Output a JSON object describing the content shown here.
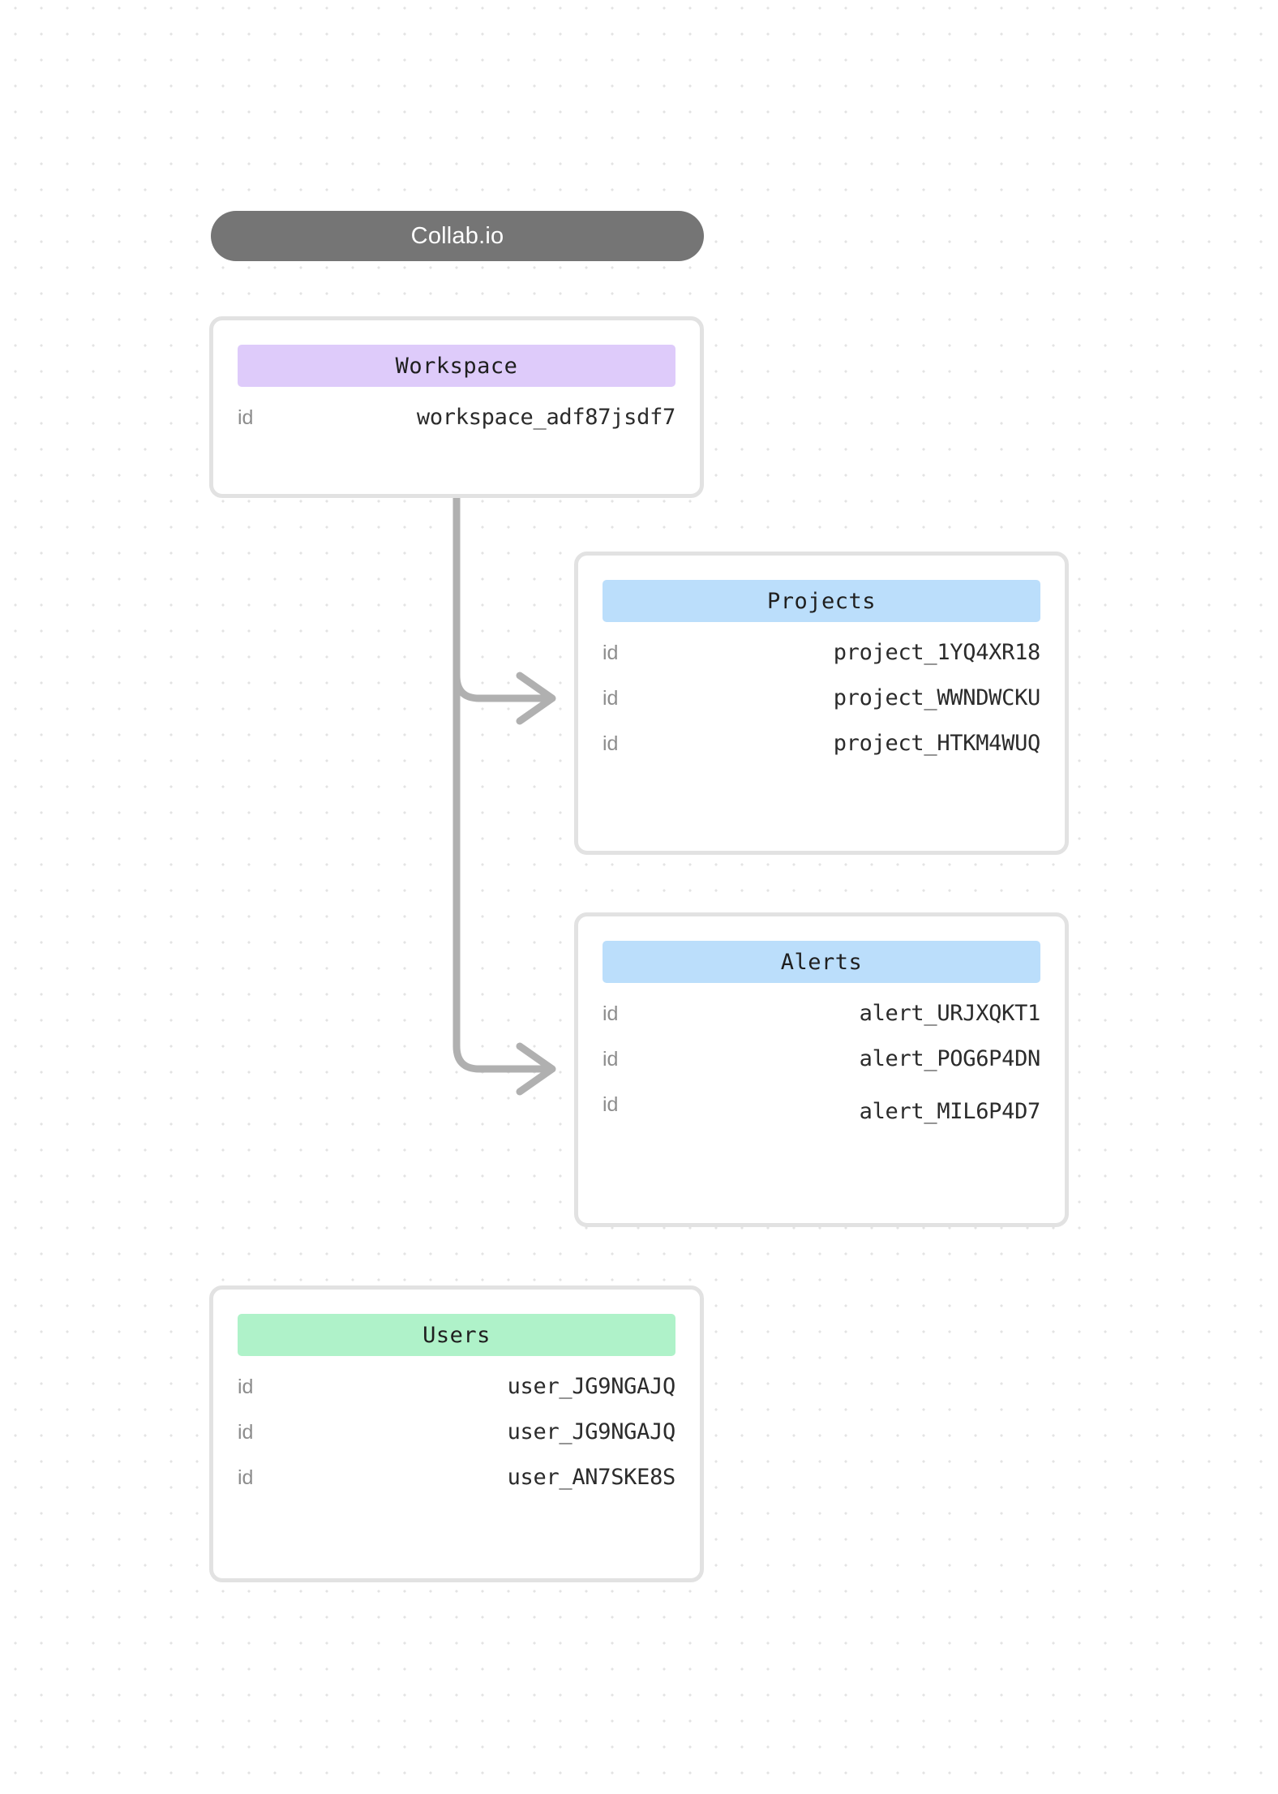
{
  "header": {
    "title": "Collab.io"
  },
  "colors": {
    "header_pill": "#757575",
    "workspace_band": "#decbfa",
    "projects_band": "#bbdefb",
    "alerts_band": "#bbdefb",
    "users_band": "#aff2c9",
    "card_border": "#e2e2e2",
    "connector": "#b0b0b0",
    "key_text": "#8d8d8d",
    "value_text": "#2b2b2b"
  },
  "entities": [
    {
      "name": "workspace",
      "title": "Workspace",
      "rows": [
        {
          "key": "id",
          "value": "workspace_adf87jsdf7"
        }
      ]
    },
    {
      "name": "projects",
      "title": "Projects",
      "rows": [
        {
          "key": "id",
          "value": "project_1YQ4XR18"
        },
        {
          "key": "id",
          "value": "project_WWNDWCKU"
        },
        {
          "key": "id",
          "value": "project_HTKM4WUQ"
        }
      ]
    },
    {
      "name": "alerts",
      "title": "Alerts",
      "rows": [
        {
          "key": "id",
          "value": "alert_URJXQKT1"
        },
        {
          "key": "id",
          "value": "alert_POG6P4DN"
        },
        {
          "key": "id",
          "value": "alert_MIL6P4D7"
        }
      ]
    },
    {
      "name": "users",
      "title": "Users",
      "rows": [
        {
          "key": "id",
          "value": "user_JG9NGAJQ"
        },
        {
          "key": "id",
          "value": "user_JG9NGAJQ"
        },
        {
          "key": "id",
          "value": "user_AN7SKE8S"
        }
      ]
    }
  ],
  "connections": [
    {
      "from": "workspace",
      "to": "projects"
    },
    {
      "from": "workspace",
      "to": "alerts"
    }
  ]
}
